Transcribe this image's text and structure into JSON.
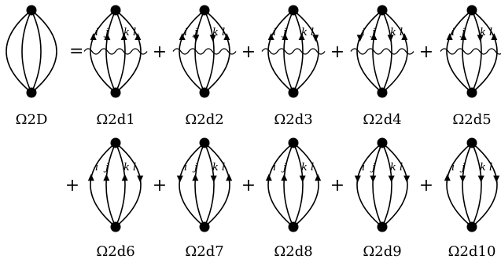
{
  "equals_sign": "=",
  "plus_sign": "+",
  "index_labels": [
    "i",
    "j",
    "k",
    "l"
  ],
  "lhs": {
    "label": "Ω2D"
  },
  "terms": [
    {
      "label": "Ω2d1",
      "arrows": [
        "up",
        "up",
        "up",
        "up"
      ],
      "interaction_line": true
    },
    {
      "label": "Ω2d2",
      "arrows": [
        "up",
        "down",
        "down",
        "up"
      ],
      "interaction_line": true
    },
    {
      "label": "Ω2d3",
      "arrows": [
        "up",
        "up",
        "up",
        "down"
      ],
      "interaction_line": true
    },
    {
      "label": "Ω2d4",
      "arrows": [
        "down",
        "up",
        "down",
        "up"
      ],
      "interaction_line": true
    },
    {
      "label": "Ω2d5",
      "arrows": [
        "up",
        "up",
        "down",
        "up"
      ],
      "interaction_line": true
    },
    {
      "label": "Ω2d6",
      "arrows": [
        "up",
        "up",
        "up",
        "down"
      ],
      "interaction_line": false
    },
    {
      "label": "Ω2d7",
      "arrows": [
        "down",
        "up",
        "down",
        "up"
      ],
      "interaction_line": false
    },
    {
      "label": "Ω2d8",
      "arrows": [
        "up",
        "up",
        "down",
        "up"
      ],
      "interaction_line": false
    },
    {
      "label": "Ω2d9",
      "arrows": [
        "down",
        "down",
        "down",
        "down"
      ],
      "interaction_line": false
    },
    {
      "label": "Ω2d10",
      "arrows": [
        "up",
        "down",
        "down",
        "down"
      ],
      "interaction_line": false
    }
  ]
}
